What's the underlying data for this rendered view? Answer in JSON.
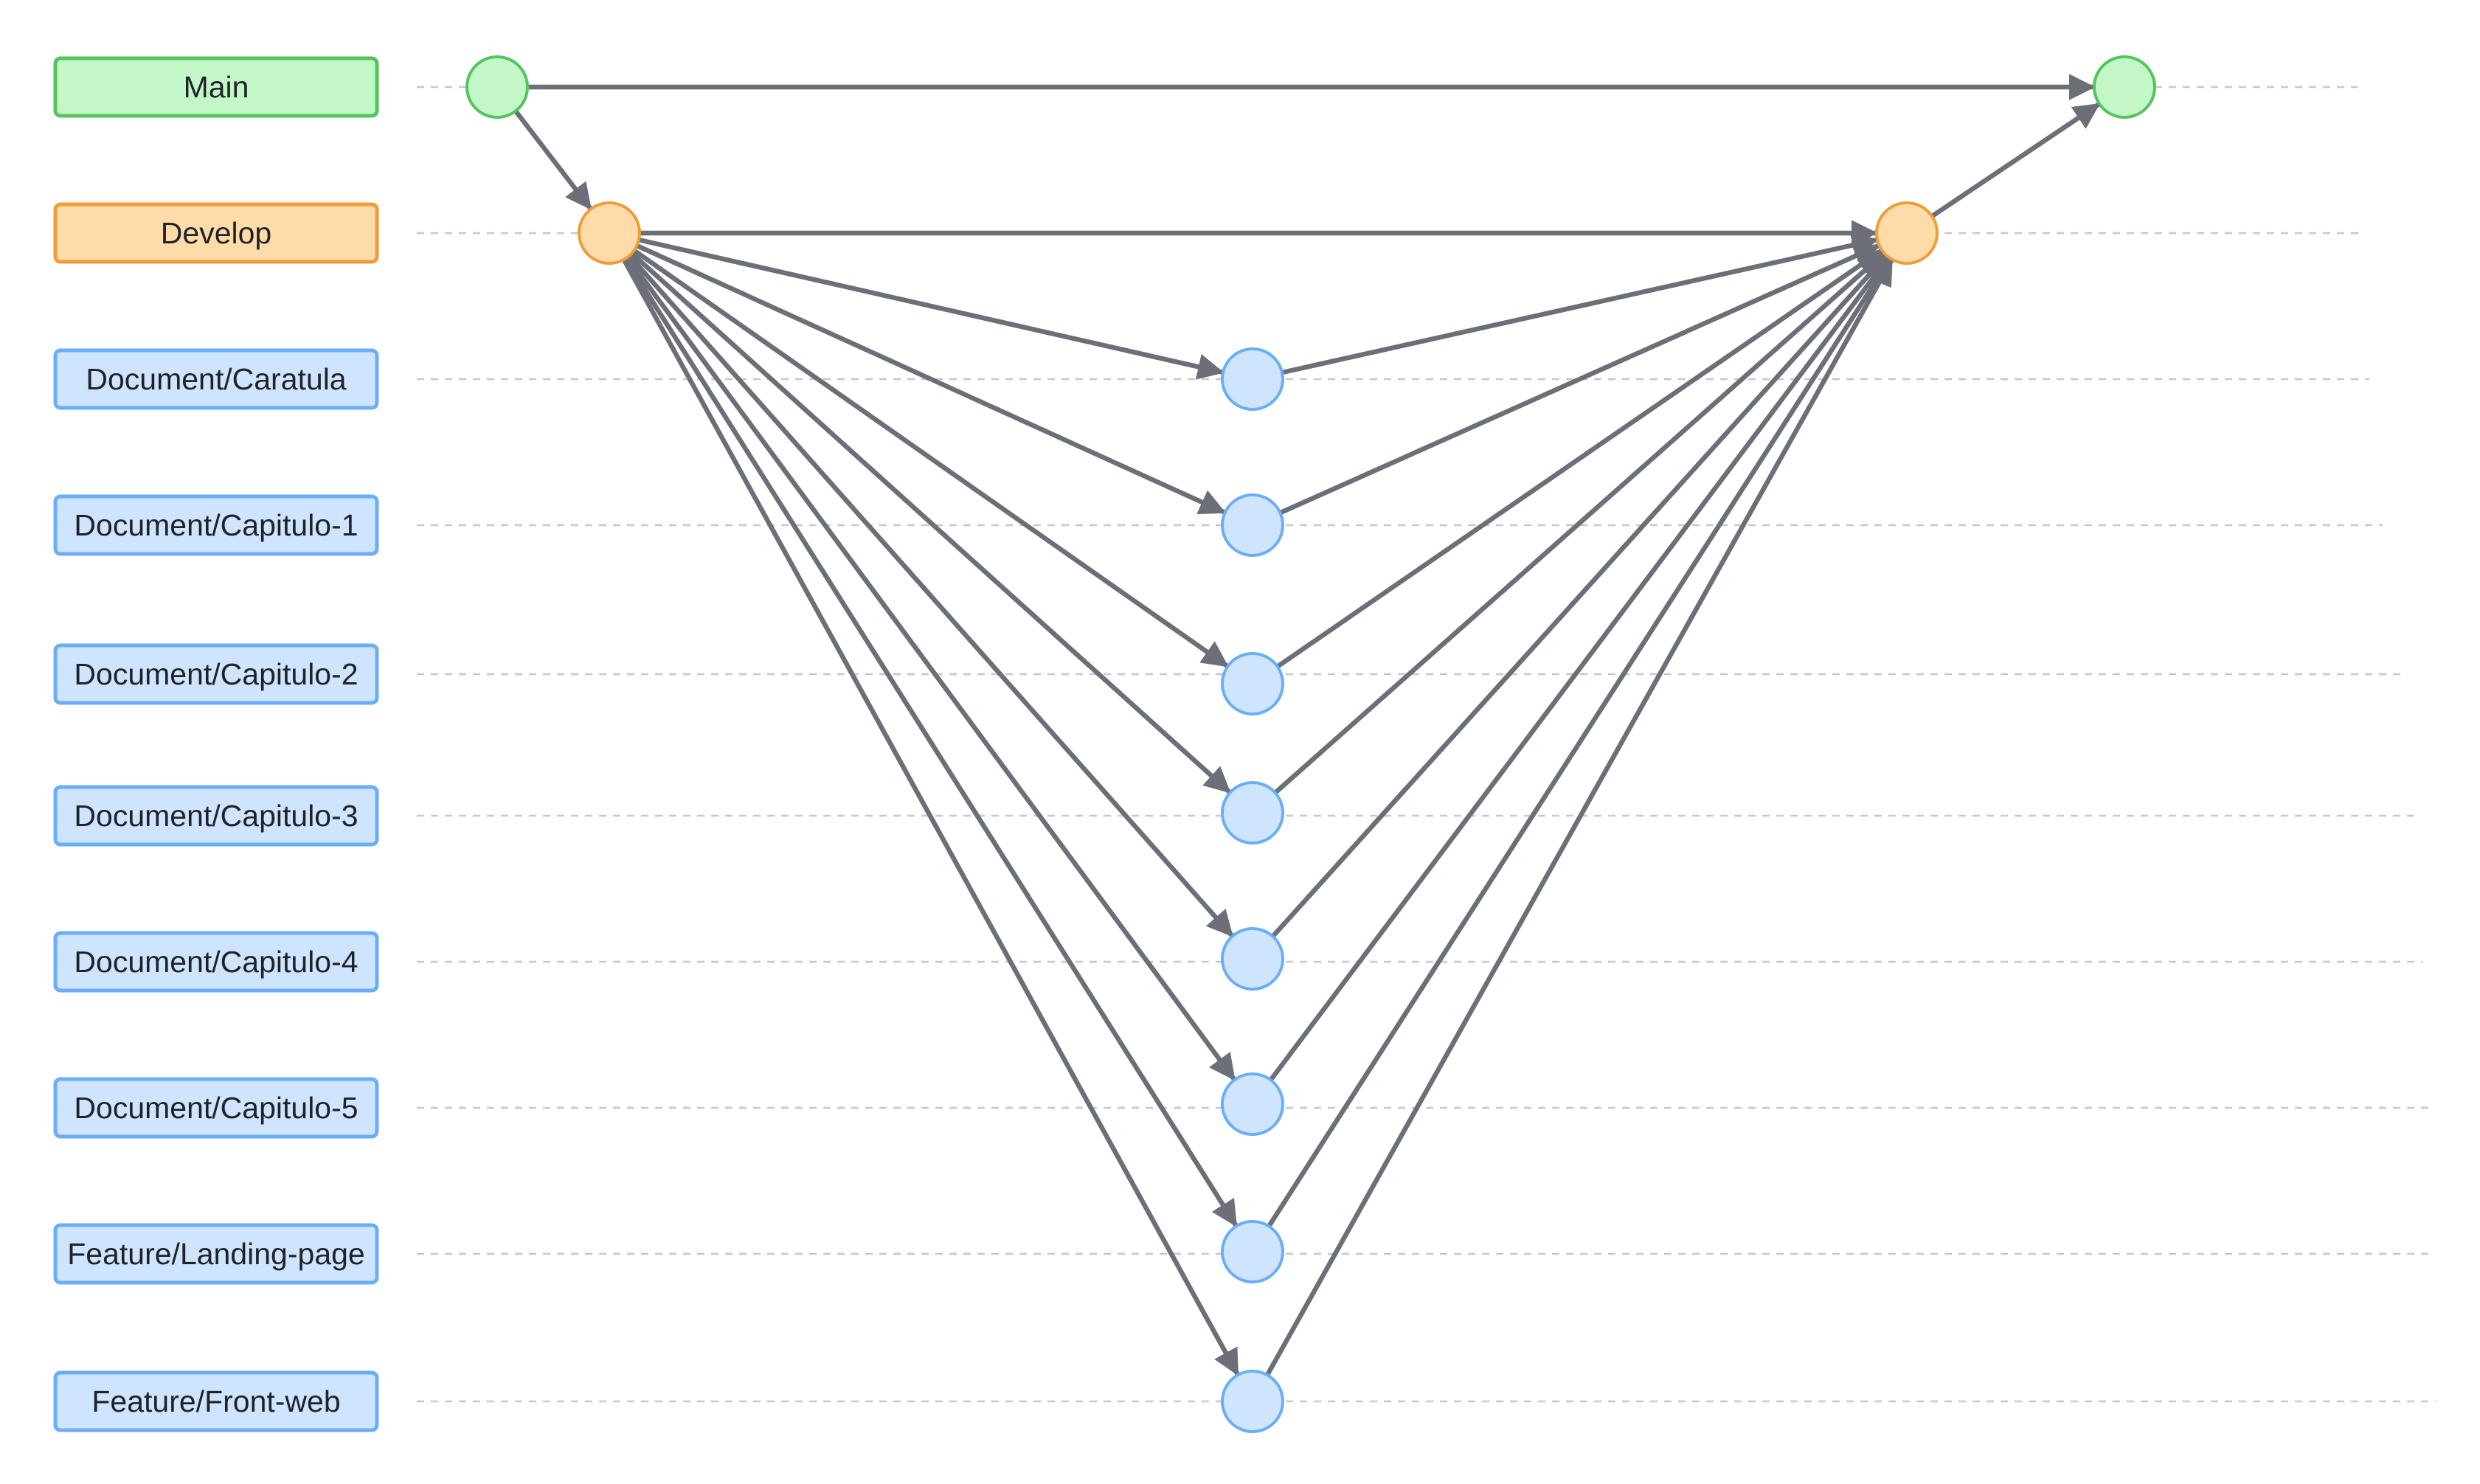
{
  "colors": {
    "main_fill": "#c3f7c8",
    "main_stroke": "#54c45e",
    "develop_fill": "#ffdba9",
    "develop_stroke": "#ef9d3b",
    "feature_fill": "#cfe4ff",
    "feature_stroke": "#6aaef6",
    "arrow": "#6c6f78",
    "lane_line": "#c8c8cc",
    "text": "#1f2328"
  },
  "branches": [
    {
      "id": "main",
      "label": "Main",
      "kind": "main"
    },
    {
      "id": "develop",
      "label": "Develop",
      "kind": "develop"
    },
    {
      "id": "caratula",
      "label": "Document/Caratula",
      "kind": "feature"
    },
    {
      "id": "cap1",
      "label": "Document/Capitulo-1",
      "kind": "feature"
    },
    {
      "id": "cap2",
      "label": "Document/Capitulo-2",
      "kind": "feature"
    },
    {
      "id": "cap3",
      "label": "Document/Capitulo-3",
      "kind": "feature"
    },
    {
      "id": "cap4",
      "label": "Document/Capitulo-4",
      "kind": "feature"
    },
    {
      "id": "cap5",
      "label": "Document/Capitulo-5",
      "kind": "feature"
    },
    {
      "id": "landing",
      "label": "Feature/Landing-page",
      "kind": "feature"
    },
    {
      "id": "front",
      "label": "Feature/Front-web",
      "kind": "feature"
    }
  ],
  "nodes": [
    {
      "id": "main_start",
      "branch": "main"
    },
    {
      "id": "main_end",
      "branch": "main"
    },
    {
      "id": "develop_start",
      "branch": "develop"
    },
    {
      "id": "develop_end",
      "branch": "develop"
    },
    {
      "id": "caratula_commit",
      "branch": "caratula"
    },
    {
      "id": "cap1_commit",
      "branch": "cap1"
    },
    {
      "id": "cap2_commit",
      "branch": "cap2"
    },
    {
      "id": "cap3_commit",
      "branch": "cap3"
    },
    {
      "id": "cap4_commit",
      "branch": "cap4"
    },
    {
      "id": "cap5_commit",
      "branch": "cap5"
    },
    {
      "id": "landing_commit",
      "branch": "landing"
    },
    {
      "id": "front_commit",
      "branch": "front"
    }
  ],
  "edges": [
    {
      "from": "main_start",
      "to": "main_end"
    },
    {
      "from": "main_start",
      "to": "develop_start"
    },
    {
      "from": "develop_start",
      "to": "develop_end"
    },
    {
      "from": "develop_end",
      "to": "main_end"
    },
    {
      "from": "develop_start",
      "to": "caratula_commit"
    },
    {
      "from": "develop_start",
      "to": "cap1_commit"
    },
    {
      "from": "develop_start",
      "to": "cap2_commit"
    },
    {
      "from": "develop_start",
      "to": "cap3_commit"
    },
    {
      "from": "develop_start",
      "to": "cap4_commit"
    },
    {
      "from": "develop_start",
      "to": "cap5_commit"
    },
    {
      "from": "develop_start",
      "to": "landing_commit"
    },
    {
      "from": "develop_start",
      "to": "front_commit"
    },
    {
      "from": "caratula_commit",
      "to": "develop_end"
    },
    {
      "from": "cap1_commit",
      "to": "develop_end"
    },
    {
      "from": "cap2_commit",
      "to": "develop_end"
    },
    {
      "from": "cap3_commit",
      "to": "develop_end"
    },
    {
      "from": "cap4_commit",
      "to": "develop_end"
    },
    {
      "from": "cap5_commit",
      "to": "develop_end"
    },
    {
      "from": "landing_commit",
      "to": "develop_end"
    },
    {
      "from": "front_commit",
      "to": "develop_end"
    }
  ]
}
